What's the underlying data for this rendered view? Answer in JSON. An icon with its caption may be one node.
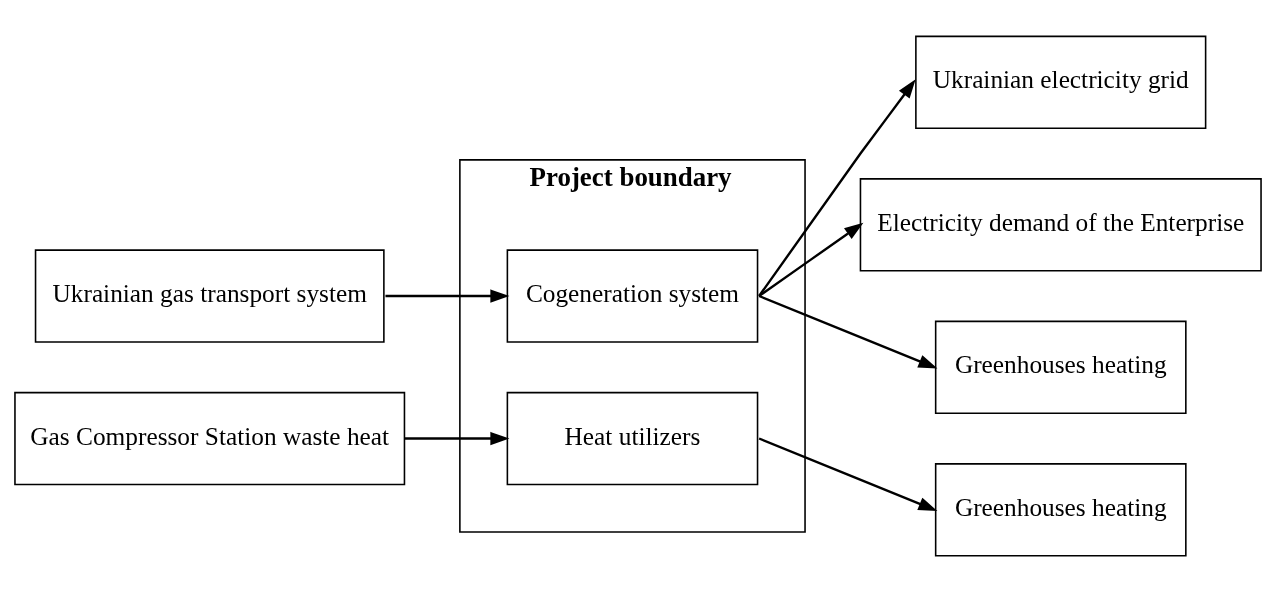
{
  "diagram": {
    "nodes": [
      {
        "text": [
          "Project boundary"
        ]
      },
      {
        "text": [
          "Ukrainian gas transport system"
        ]
      },
      {
        "text": [
          "Gas Compressor Station waste heat"
        ]
      },
      {
        "text": [
          "Cogeneration system"
        ],
        "in": 0
      },
      {
        "text": [
          "Heat utilizers"
        ],
        "in": 0
      },
      {
        "text": [
          "Ukrainian electricity grid"
        ]
      },
      {
        "text": [
          "Electricity demand of the Enterprise"
        ]
      },
      {
        "text": [
          "Greenhouses heating"
        ]
      },
      {
        "text": [
          "Greenhouses heating"
        ]
      }
    ],
    "edges": [
      {
        "from": 1,
        "to": 3,
        "arrow": "to"
      },
      {
        "from": 3,
        "to": 5,
        "arrow": "to"
      },
      {
        "from": 3,
        "to": 6,
        "arrow": "to"
      },
      {
        "from": 3,
        "to": 7,
        "arrow": "to"
      },
      {
        "from": 2,
        "to": 4,
        "arrow": "to"
      },
      {
        "from": 4,
        "to": 8,
        "arrow": "to"
      }
    ]
  }
}
